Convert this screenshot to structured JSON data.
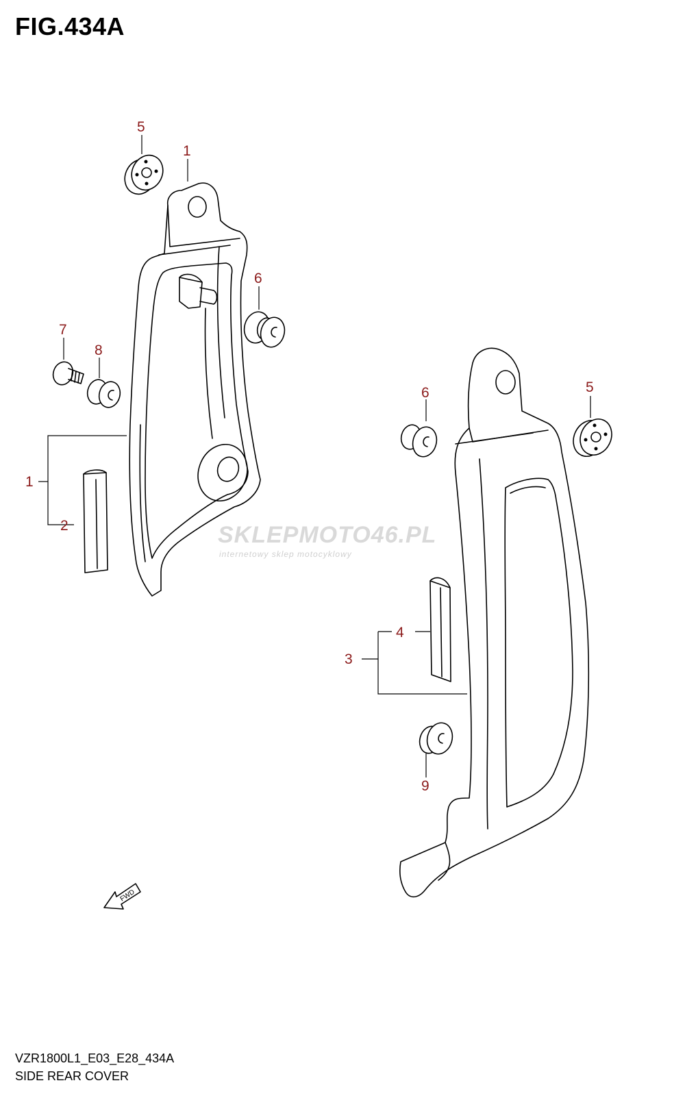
{
  "figure": {
    "title": "FIG.434A",
    "code": "VZR1800L1_E03_E28_434A",
    "name": "SIDE REAR COVER"
  },
  "watermark": {
    "brand": "SKLEPMOTO46.PL",
    "tagline": "internetowy sklep motocyklowy"
  },
  "fwd_label": "FWD",
  "callouts": {
    "left_cover_top": "1",
    "left_grommet_top": "5",
    "left_grommet_side": "6",
    "left_screw": "7",
    "left_grommet_screw": "8",
    "left_bracket": "1",
    "left_strip": "2",
    "right_grommet_side": "6",
    "right_grommet_top": "5",
    "right_strip": "4",
    "right_bracket": "3",
    "right_grommet_bottom": "9"
  },
  "colors": {
    "callout": "#8b1a1a",
    "line": "#000000",
    "watermark": "#d9d9d9"
  }
}
